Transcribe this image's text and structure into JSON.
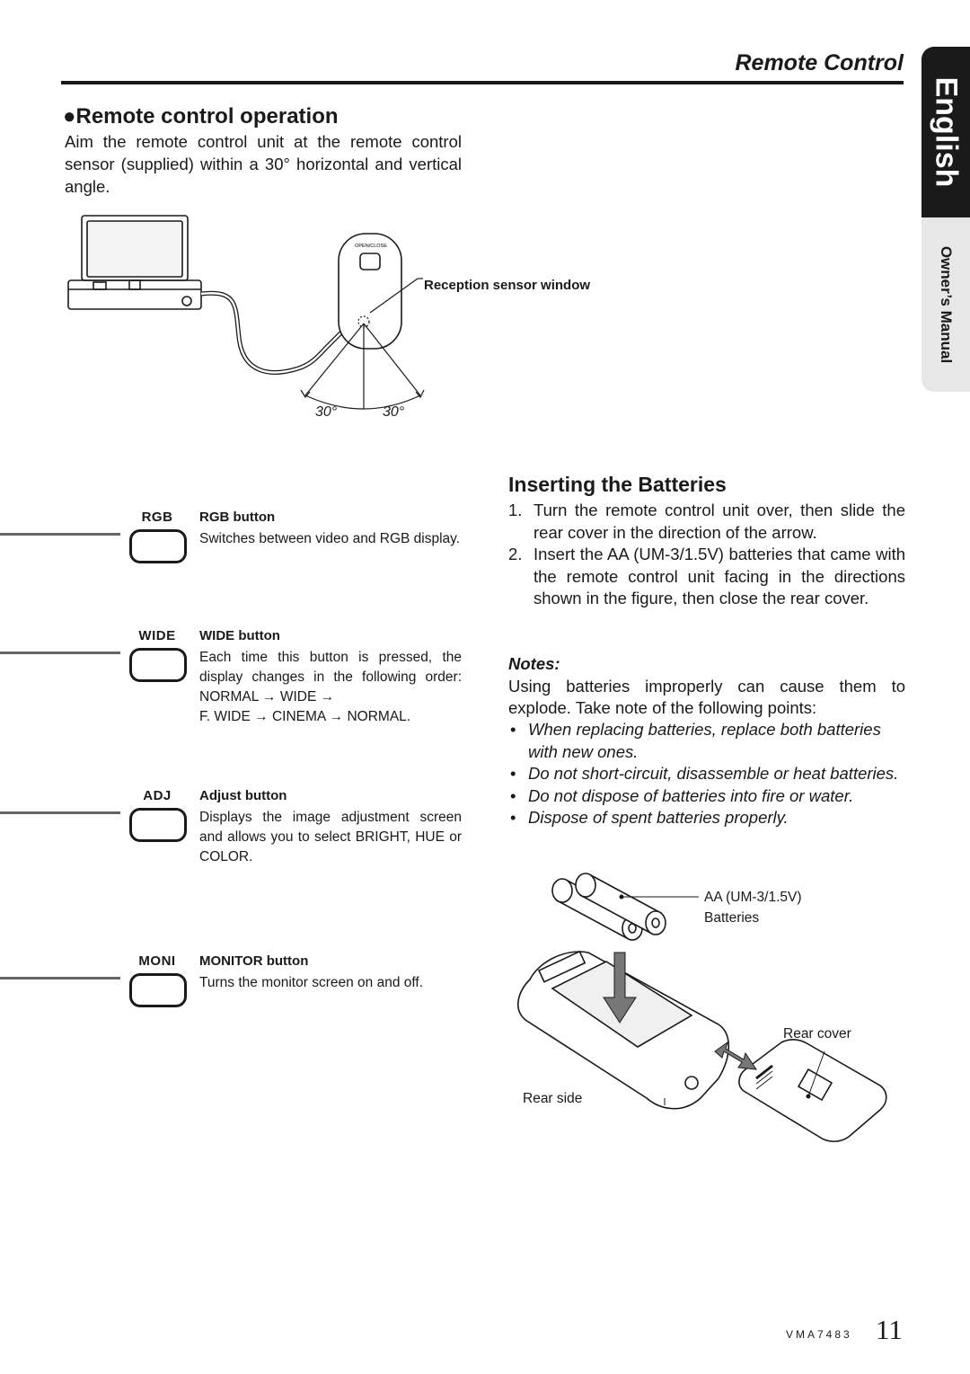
{
  "header": {
    "title": "Remote Control"
  },
  "side_tab": {
    "language": "English",
    "manual": "Owner’s Manual"
  },
  "remote_operation": {
    "title": "●Remote control operation",
    "body": "Aim the remote control unit at the remote control sensor (supplied) within a 30° horizontal and vertical angle.",
    "figure": {
      "sensor_label": "Reception sensor window",
      "button_label": "OPEN/CLOSE",
      "angle_left": "30°",
      "angle_right": "30°"
    }
  },
  "buttons": [
    {
      "code": "RGB",
      "name": "RGB button",
      "desc_lines": [
        "Switches between video and RGB display."
      ]
    },
    {
      "code": "WIDE",
      "name": "WIDE button",
      "desc_lines": [
        "Each time this button is pressed, the display changes in the following order: NORMAL → WIDE →",
        "F. WIDE → CINEMA → NORMAL."
      ]
    },
    {
      "code": "ADJ",
      "name": "Adjust button",
      "desc_lines": [
        "Displays the image adjustment screen and allows you to select BRIGHT, HUE or COLOR."
      ]
    },
    {
      "code": "MONI",
      "name": "MONITOR button",
      "desc_lines": [
        "Turns the monitor screen on and off."
      ]
    }
  ],
  "batteries": {
    "title": "Inserting the Batteries",
    "steps": [
      {
        "num": "1.",
        "text": "Turn the remote control unit over, then slide the rear cover in the direction of the arrow."
      },
      {
        "num": "2.",
        "text": "Insert the AA (UM-3/1.5V) batteries that came with the remote control unit facing in the directions shown in the figure, then close the rear cover."
      }
    ],
    "notes_heading": "Notes:",
    "notes_intro": "Using batteries improperly can cause them to explode. Take note of the following points:",
    "notes": [
      "When replacing batteries, replace both batteries with new ones.",
      "Do not short-circuit, disassemble or heat batteries.",
      "Do not dispose of batteries into fire or water.",
      "Dispose of spent batteries properly."
    ],
    "figure": {
      "battery_label_1": "AA (UM-3/1.5V)",
      "battery_label_2": "Batteries",
      "rear_cover": "Rear cover",
      "rear_side": "Rear side"
    }
  },
  "footer": {
    "code": "VMA7483",
    "page": "11"
  }
}
